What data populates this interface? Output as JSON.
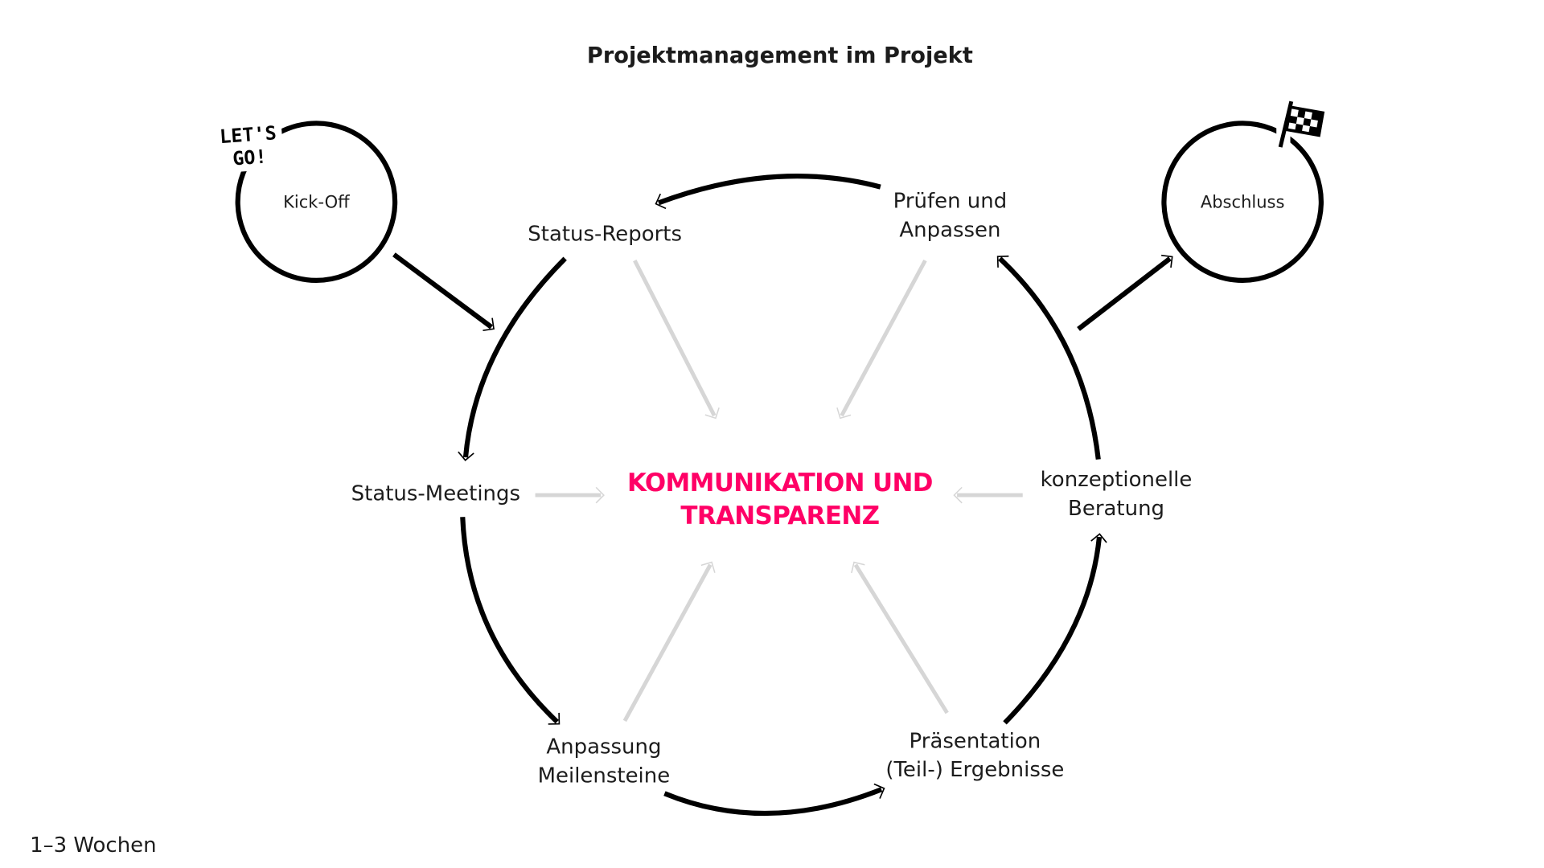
{
  "title": "Projektmanagement im Projekt",
  "start": {
    "label": "Kick-Off",
    "badge_line1": "LET'S",
    "badge_line2": "GO!"
  },
  "end": {
    "label": "Abschluss",
    "icon": "checkered-flag"
  },
  "center": {
    "line1": "KOMMUNIKATION UND",
    "line2": "TRANSPARENZ",
    "color": "#ff0066"
  },
  "cycle": {
    "status_reports": "Status-Reports",
    "pruefen": {
      "line1": "Prüfen und",
      "line2": "Anpassen"
    },
    "status_meetings": "Status-Meetings",
    "beratung": {
      "line1": "konzeptionelle",
      "line2": "Beratung"
    },
    "anpassung": {
      "line1": "Anpassung",
      "line2": "Meilensteine"
    },
    "praesentation": {
      "line1": "Präsentation",
      "line2": "(Teil-) Ergebnisse"
    }
  },
  "footer": "1–3 Wochen"
}
